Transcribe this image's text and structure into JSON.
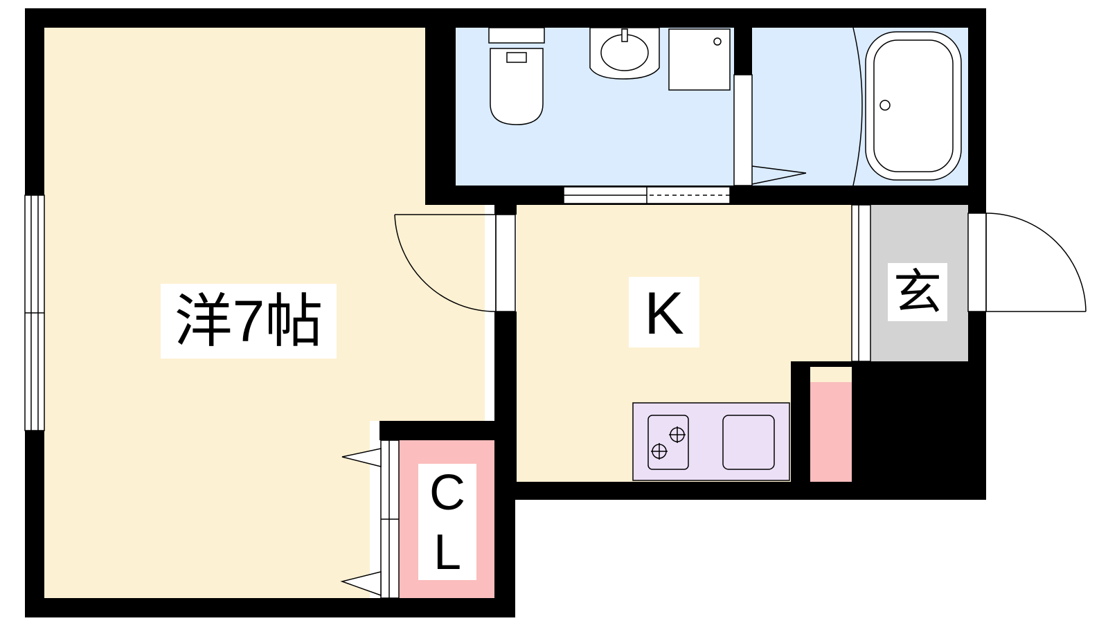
{
  "rooms": {
    "western": {
      "label": "洋7帖"
    },
    "kitchen": {
      "label": "K"
    },
    "entrance": {
      "label": "玄"
    },
    "closet": {
      "label_line1": "C",
      "label_line2": "L"
    }
  },
  "colors": {
    "wall": "#000000",
    "room_floor": "#fdf1d3",
    "wet_area": "#dbecff",
    "closet": "#fbbdbd",
    "entrance": "#d3d3d3",
    "kitchen_counter": "#ece0f7",
    "label_bg": "#ffffff"
  }
}
